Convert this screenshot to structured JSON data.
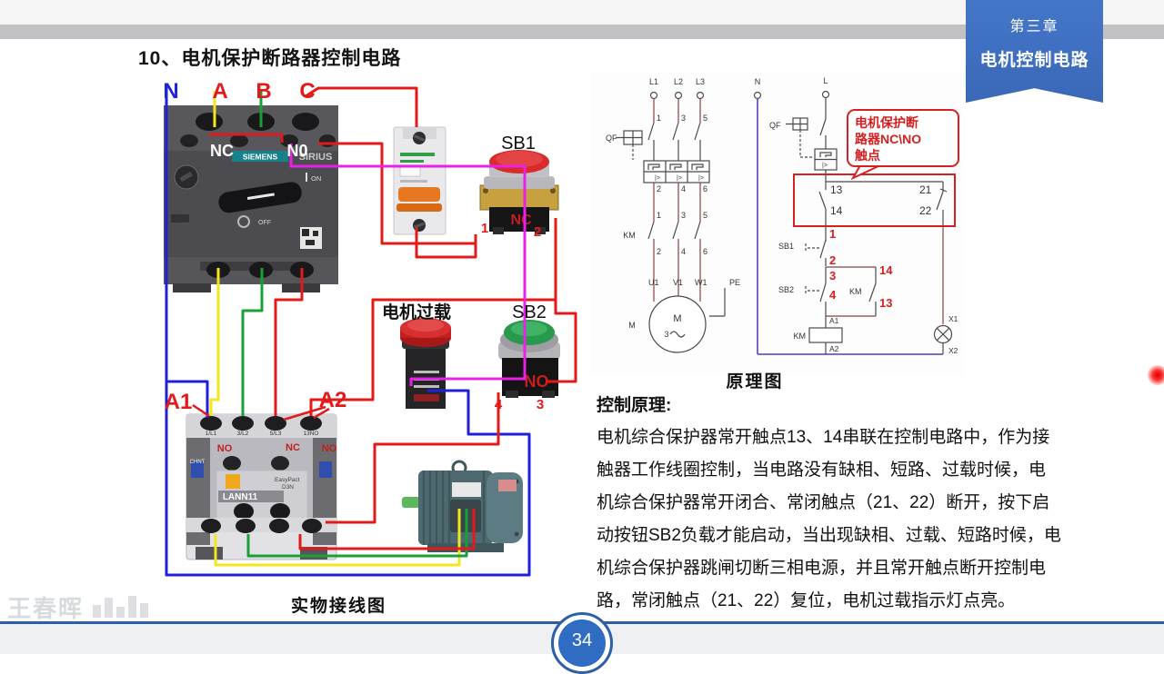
{
  "ribbon": {
    "chapter": "第三章",
    "subtitle": "电机控制电路"
  },
  "title": "10、电机保护断路器控制电路",
  "wiring": {
    "caption": "实物接线图",
    "phases": {
      "n": "N",
      "a": "A",
      "b": "B",
      "c": "C"
    },
    "protector": {
      "nc": "NC",
      "no": "N0",
      "brand": "SIEMENS",
      "series": "SIRIUS",
      "on": "ON",
      "off": "OFF"
    },
    "sb1": {
      "label": "SB1",
      "contact": "NC",
      "t1": "1",
      "t2": "2"
    },
    "overload_lamp": {
      "label": "电机过载"
    },
    "sb2": {
      "label": "SB2",
      "contact": "NO",
      "t4": "4",
      "t3": "3"
    },
    "contactor": {
      "a1": "A1",
      "a2": "A2",
      "no_left": "NO",
      "nc": "NC",
      "no_right": "NO",
      "t1": "1/L1",
      "t2": "3/L2",
      "t3": "5/L3",
      "t4": "13NO",
      "model": "LANN11",
      "series": "EasyPact",
      "series2": "D3N",
      "brand": "CHNT"
    }
  },
  "schematic": {
    "caption": "原理图",
    "trip": "|>",
    "callout": [
      "电机保护断",
      "路器NC\\NO",
      "触点"
    ],
    "labels": {
      "l1": "L1",
      "l2": "L2",
      "l3": "L3",
      "n": "N",
      "l": "L",
      "qf_main": "QF",
      "qf_ctrl": "QF",
      "km_main": "KM",
      "u1": "U1",
      "v1": "V1",
      "w1": "W1",
      "pe": "PE",
      "m_inner": "M",
      "m_phase": "3",
      "m_outer": "M",
      "sb1": "SB1",
      "sb2": "SB2",
      "km_aux": "KM",
      "km_coil": "KM",
      "a1": "A1",
      "a2": "A2",
      "x1": "X1",
      "x2": "X2"
    },
    "numbers": {
      "odd": [
        "1",
        "3",
        "5"
      ],
      "even": [
        "2",
        "4",
        "6"
      ],
      "no_top": "13",
      "no_bot": "14",
      "nc_top": "21",
      "nc_bot": "22",
      "seq1": "1",
      "seq2": "2",
      "seq3": "3",
      "seq4": "4",
      "aux_top": "14",
      "aux_bot": "13"
    }
  },
  "principle": {
    "heading": "控制原理:",
    "lines": [
      "电机综合保护器常开触点13、14串联在控制电路中，作为接",
      "触器工作线圈控制，当电路没有缺相、短路、过载时候，电",
      "机综合保护器常开闭合、常闭触点（21、22）断开，按下启",
      "动按钮SB2负载才能启动，当出现缺相、过载、短路时候，电",
      "机综合保护器跳闸切断三相电源，并且常开触点断开控制电",
      "路，常闭触点（21、22）复位，电机过载指示灯点亮。"
    ]
  },
  "frame": {
    "page_number": "34",
    "watermark": "王春晖"
  }
}
